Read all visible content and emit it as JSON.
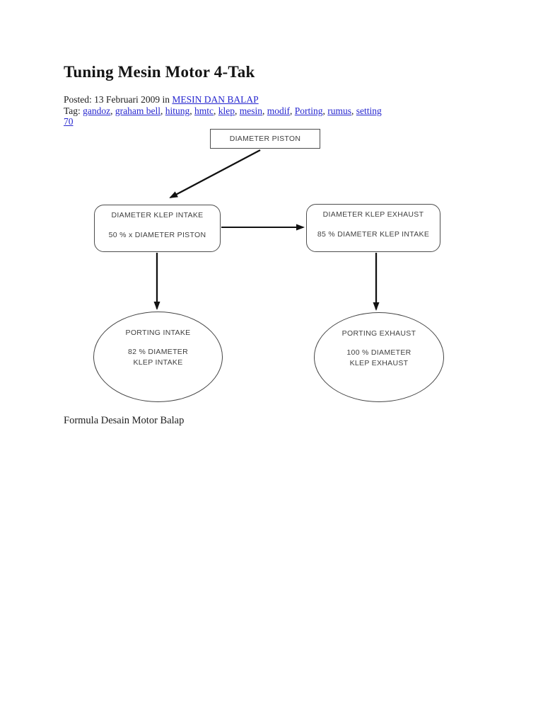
{
  "article": {
    "title": "Tuning Mesin Motor 4-Tak",
    "posted_prefix": "Posted: 13 Februari 2009 in ",
    "category_link": "MESIN DAN BALAP",
    "tag_prefix": "Tag: ",
    "tags": [
      "gandoz",
      "graham bell",
      "hitung",
      "hmtc",
      "klep",
      "mesin",
      "modif",
      "Porting",
      "rumus",
      "setting 70"
    ],
    "caption": "Formula Desain Motor Balap"
  },
  "diagram": {
    "piston_box": {
      "label": "DIAMETER PISTON"
    },
    "intake_box": {
      "line1": "DIAMETER KLEP INTAKE",
      "line2": "50 % x DIAMETER PISTON"
    },
    "exhaust_box": {
      "line1": "DIAMETER KLEP EXHAUST",
      "line2": "85 % DIAMETER KLEP INTAKE"
    },
    "intake_ellipse": {
      "line1": "PORTING INTAKE",
      "line2": "82 % DIAMETER",
      "line3": "KLEP INTAKE"
    },
    "exhaust_ellipse": {
      "line1": "PORTING EXHAUST",
      "line2": "100 % DIAMETER",
      "line3": "KLEP EXHAUST"
    }
  },
  "colors": {
    "link": "#2626cf",
    "body_text": "#1c1c1c",
    "diagram_text": "#404040",
    "diagram_border": "#4d4d4d",
    "arrow": "#111111",
    "page_background": "#ffffff"
  }
}
